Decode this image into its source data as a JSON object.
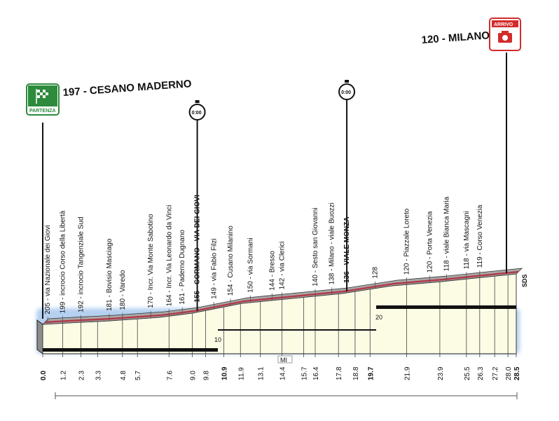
{
  "start": {
    "label": "197 - CESANO MADERNO",
    "badge": "PARTENZA",
    "flag_color": "#2e8b3d"
  },
  "finish": {
    "label": "120 - MILANO",
    "badge": "ARRIVO",
    "badge_color": "#d32b2b"
  },
  "timecheck_label": "0:00",
  "km_markers": [
    {
      "km": 0.0,
      "label": "0.0",
      "bold": true
    },
    {
      "km": 1.2,
      "label": "1.2"
    },
    {
      "km": 2.3,
      "label": "2.3"
    },
    {
      "km": 3.3,
      "label": "3.3"
    },
    {
      "km": 4.8,
      "label": "4.8"
    },
    {
      "km": 5.7,
      "label": "5.7"
    },
    {
      "km": 7.6,
      "label": "7.6"
    },
    {
      "km": 9.0,
      "label": "9.0"
    },
    {
      "km": 9.8,
      "label": "9.8"
    },
    {
      "km": 10.9,
      "label": "10.9",
      "bold": true
    },
    {
      "km": 11.9,
      "label": "11.9"
    },
    {
      "km": 13.1,
      "label": "13.1"
    },
    {
      "km": 14.4,
      "label": "14.4"
    },
    {
      "km": 15.7,
      "label": "15.7"
    },
    {
      "km": 16.4,
      "label": "16.4"
    },
    {
      "km": 17.8,
      "label": "17.8"
    },
    {
      "km": 18.8,
      "label": "18.8"
    },
    {
      "km": 19.7,
      "label": "19.7",
      "bold": true
    },
    {
      "km": 21.9,
      "label": "21.9"
    },
    {
      "km": 23.9,
      "label": "23.9"
    },
    {
      "km": 25.5,
      "label": "25.5"
    },
    {
      "km": 26.3,
      "label": "26.3"
    },
    {
      "km": 27.2,
      "label": "27.2"
    },
    {
      "km": 28.0,
      "label": "28.0"
    },
    {
      "km": 28.5,
      "label": "28.5",
      "bold": true
    }
  ],
  "waypoints": [
    {
      "km": 0.3,
      "label": "205 - via Nazionale dei Giovi"
    },
    {
      "km": 1.2,
      "label": "199 - incrocio Corso della Libertà"
    },
    {
      "km": 2.3,
      "label": "192 - incrocio Tangenziale Sud"
    },
    {
      "km": 4.0,
      "label": "181 - Bovisio Masciago"
    },
    {
      "km": 4.8,
      "label": "180 - Varedo"
    },
    {
      "km": 6.5,
      "label": "170 - Incr. Via Monte Sabotino"
    },
    {
      "km": 7.6,
      "label": "164 - Incr. Via Leonardo da Vinci"
    },
    {
      "km": 8.4,
      "label": "161 - Paderno Dugnano"
    },
    {
      "km": 9.3,
      "label": "155 - CORMANO - VIA DEI GIOVI",
      "bold": true
    },
    {
      "km": 10.3,
      "label": "149 - via Fabio Filzi"
    },
    {
      "km": 11.3,
      "label": "154 - Cusano Milanino"
    },
    {
      "km": 12.5,
      "label": "150 - via Sormani"
    },
    {
      "km": 13.8,
      "label": "144 - Bresso"
    },
    {
      "km": 14.4,
      "label": "142 - via Clerici"
    },
    {
      "km": 16.4,
      "label": "140 - Sesto san Giovanni"
    },
    {
      "km": 17.4,
      "label": "138 - Milano - viale Buozzi"
    },
    {
      "km": 18.3,
      "label": "136 - VIALE MONZA",
      "bold": true
    },
    {
      "km": 20.0,
      "label": "128"
    },
    {
      "km": 21.9,
      "label": "120 - Piazzale Loreto"
    },
    {
      "km": 23.3,
      "label": "120 - Porta Venezia"
    },
    {
      "km": 24.3,
      "label": "118 - viale Bianca Maria"
    },
    {
      "km": 25.5,
      "label": "118 - via Mascagni"
    },
    {
      "km": 26.3,
      "label": "119 - Corso Venezia"
    }
  ],
  "timechecks_km": [
    9.3,
    18.3
  ],
  "axis": {
    "label_10": "10",
    "label_20": "20",
    "unit": "MI",
    "sds": "SDS"
  },
  "colors": {
    "road": "#b23a48",
    "profile_fill": "#fcfbe4",
    "glow": "#a9c8ee",
    "side": "#8c8c8c"
  }
}
